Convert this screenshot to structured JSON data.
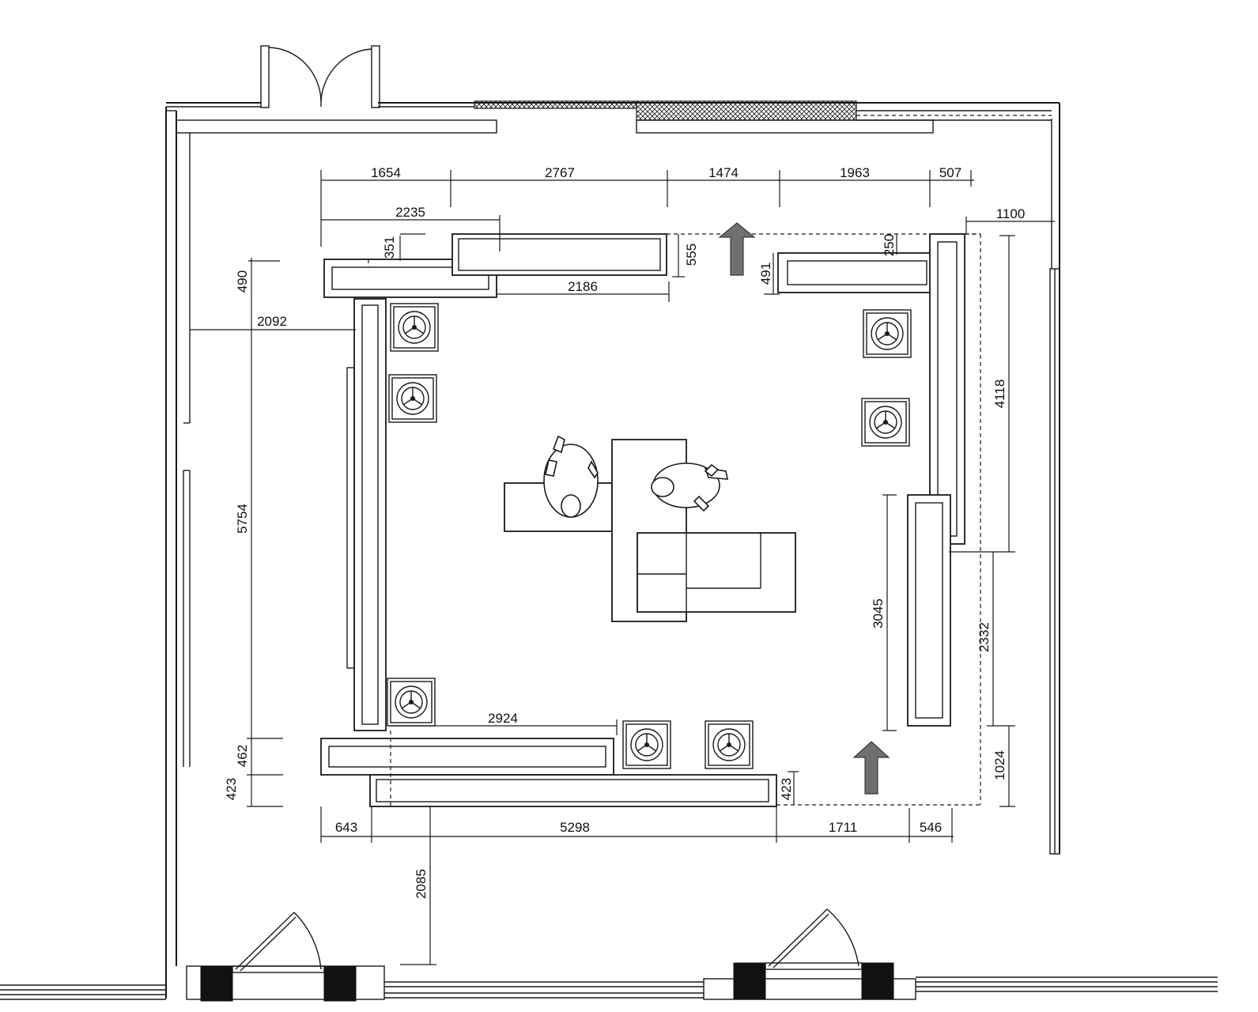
{
  "dimensions": {
    "top_run": [
      "1654",
      "2767",
      "1474",
      "1963",
      "507"
    ],
    "top_left_counter_length": "2235",
    "top_right_clearance": "1100",
    "top_left_offset": "351",
    "top_gap": "555",
    "top_right_offset": "250",
    "top_right_counter_depth": "491",
    "top_middle_counter_length": "2186",
    "left_counter_depth": "490",
    "left_aisle": "2092",
    "left_run": "5754",
    "right_upper_run": "4118",
    "right_inner_run": "3045",
    "right_lower_run": "2332",
    "right_bottom_run": "1024",
    "bottom_counter_length": "2924",
    "bottom_counter_depth_a": "462",
    "bottom_counter_depth_b": "423",
    "bottom_right_depth": "423",
    "bottom_run": [
      "643",
      "5298",
      "1711",
      "546"
    ],
    "entrance_depth": "2085"
  },
  "showcases": {
    "left_column_count": 3,
    "right_column_count": 2,
    "bottom_row_count": 2
  },
  "arrows": {
    "count": 2,
    "direction": "up"
  },
  "colors": {
    "line": "#1a1a1a",
    "arrow_fill": "#6f6f6f",
    "wall_block": "#111111"
  }
}
